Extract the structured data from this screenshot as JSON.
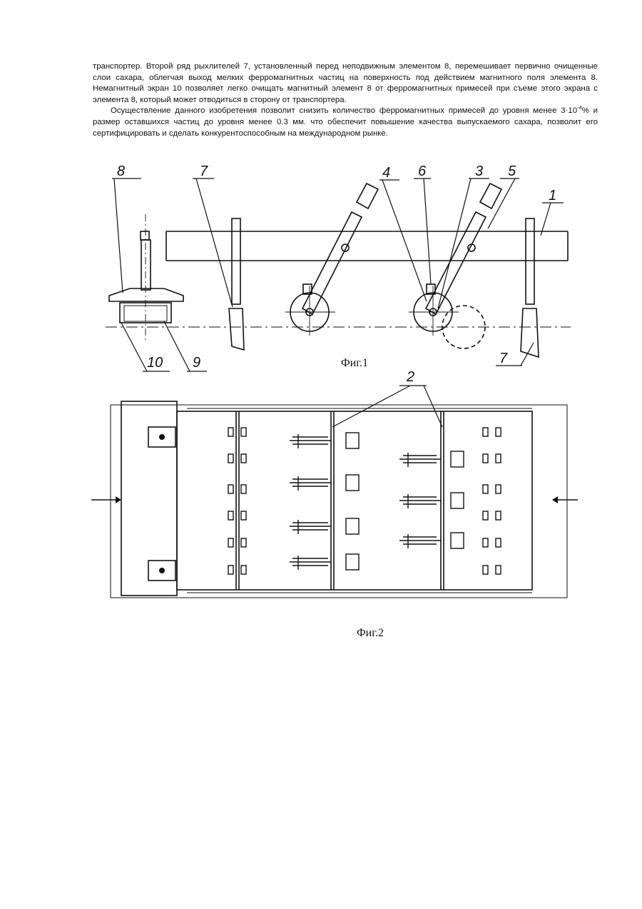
{
  "text": {
    "para1": "транспортер. Второй ряд рыхлителей 7, установленный перед неподвижным элементом 8, перемешивает первично очищенные слои сахара, облегчая выход мелких ферромагнитных частиц на поверхность под действием магнитного поля элемента 8. Немагнитный экран 10 позволяет легко очищать магнитный элемент 8 от ферромагнитных примесей при съеме этого экрана с элемента 8, который может отводиться в сторону от транспортера.",
    "para2_start": "Осуществление данного изобретения позволит снизить количество ферромагнитных примесей до уровня менее 3·10",
    "para2_exp": "-4",
    "para2_end": "% и размер оставшихся частиц до уровня менее 0.3 мм. что обеспечит повышение качества выпускаемого сахара, позволит его сертифицировать и сделать конкурентоспособным на международном рынке."
  },
  "fig1": {
    "caption": "Фиг.1",
    "labels": {
      "l8": "8",
      "l7a": "7",
      "l4": "4",
      "l6": "6",
      "l3": "3",
      "l5": "5",
      "l1": "1",
      "l10": "10",
      "l9": "9",
      "l7b": "7"
    }
  },
  "fig2": {
    "caption": "Фиг.2",
    "labels": {
      "l2": "2"
    }
  }
}
